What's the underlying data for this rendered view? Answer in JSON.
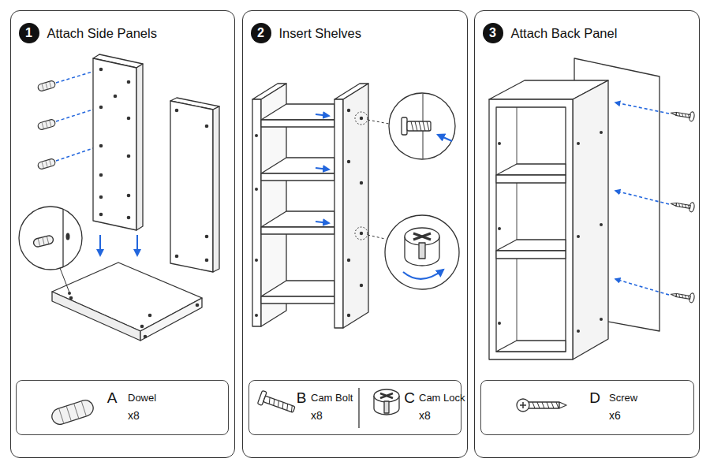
{
  "diagram": {
    "nodes": [
      {
        "text": [
          "Attach Side Panels"
        ]
      },
      {
        "text": [
          "1"
        ],
        "in": 0
      },
      {
        "text": [
          "A",
          "Dowel",
          "x8"
        ],
        "in": 0
      },
      {
        "text": [
          "Insert Shelves"
        ]
      },
      {
        "text": [
          "2"
        ],
        "in": 3
      },
      {
        "text": [
          "B",
          "Cam Bolt",
          "x8",
          "C",
          "Cam Lock",
          "x8"
        ],
        "in": 3
      },
      {
        "text": [
          "Attach Back Panel"
        ]
      },
      {
        "text": [
          "3"
        ],
        "in": 6
      },
      {
        "text": [
          "D",
          "Screw",
          "x6"
        ],
        "in": 6
      }
    ]
  }
}
